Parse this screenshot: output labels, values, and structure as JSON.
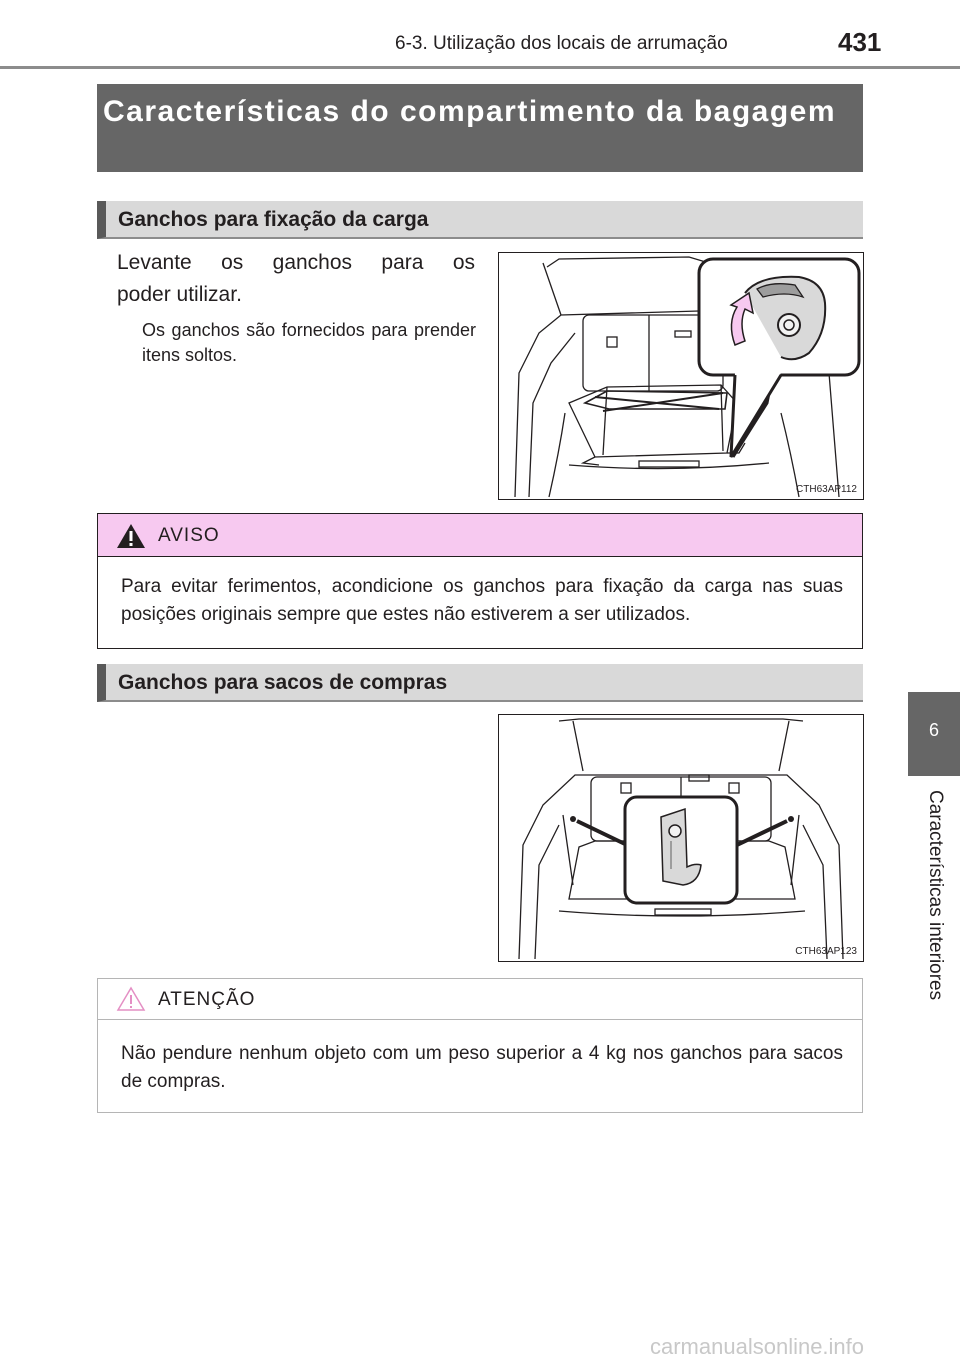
{
  "header": {
    "section_ref": "6-3. Utilização dos locais de arrumação",
    "page_number": "431"
  },
  "title": "Características do compartimento da bagagem",
  "section1": {
    "heading": "Ganchos para fixação da carga",
    "instruction_line1": "Levante os ganchos para os",
    "instruction_line2": "poder utilizar.",
    "note": "Os ganchos são fornecidos para prender itens soltos.",
    "figure_code": "CTH63AP112"
  },
  "warning": {
    "title": "AVISO",
    "text": "Para evitar ferimentos, acondicione os ganchos para fixação da carga nas suas posições originais sempre que estes não estiverem a ser utilizados."
  },
  "section2": {
    "heading": "Ganchos para sacos de compras",
    "figure_code": "CTH63AP123"
  },
  "notice": {
    "title": "ATENÇÃO",
    "text": "Não pendure nenhum objeto com um peso superior a 4 kg nos ganchos para sacos de compras."
  },
  "side_tab": {
    "number": "6",
    "label": "Características interiores"
  },
  "watermark": "carmanualsonline.info",
  "colors": {
    "title_bg": "#666666",
    "subhead_bg": "#d9d9d9",
    "warning_bg": "#f7c9f0"
  }
}
